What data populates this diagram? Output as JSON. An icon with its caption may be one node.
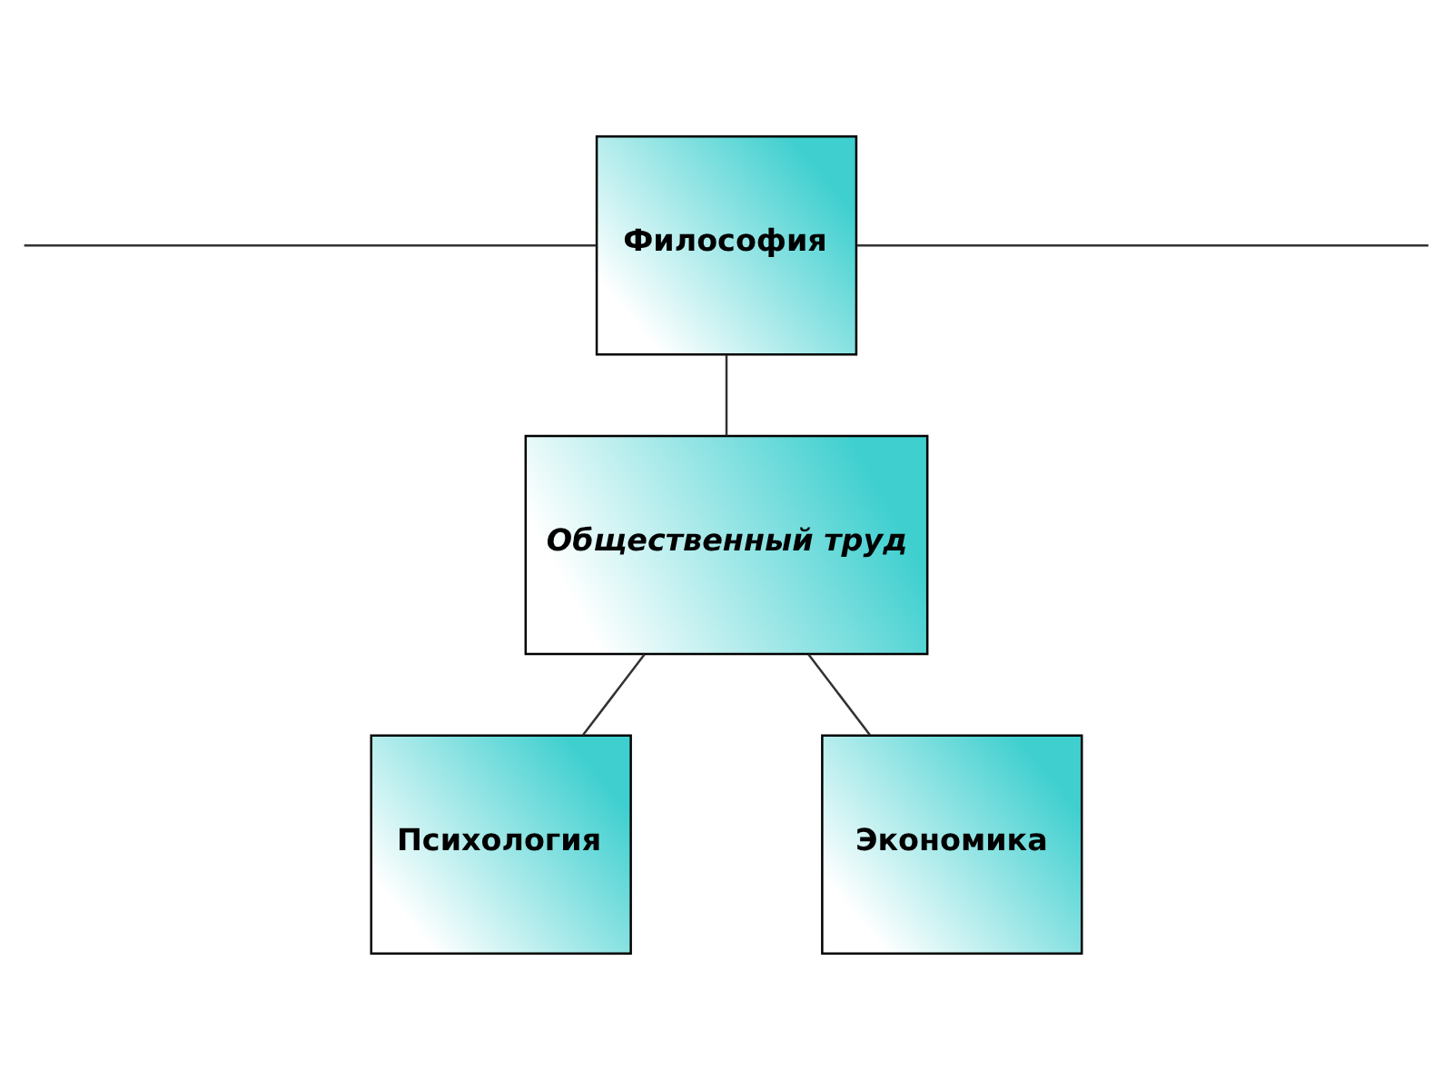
{
  "diagram": {
    "nodes": [
      {
        "text": [
          "Философия"
        ]
      },
      {
        "text": [
          "Общественный труд"
        ]
      },
      {
        "text": [
          "Психология"
        ]
      },
      {
        "text": [
          "Экономика"
        ]
      }
    ],
    "edges": [
      {
        "from": null,
        "to": 0,
        "arrow": "none"
      },
      {
        "from": 0,
        "to": null,
        "arrow": "none"
      },
      {
        "from": 0,
        "to": 1,
        "arrow": "none"
      },
      {
        "from": 1,
        "to": 2,
        "arrow": "none"
      },
      {
        "from": 1,
        "to": 3,
        "arrow": "none"
      }
    ]
  }
}
